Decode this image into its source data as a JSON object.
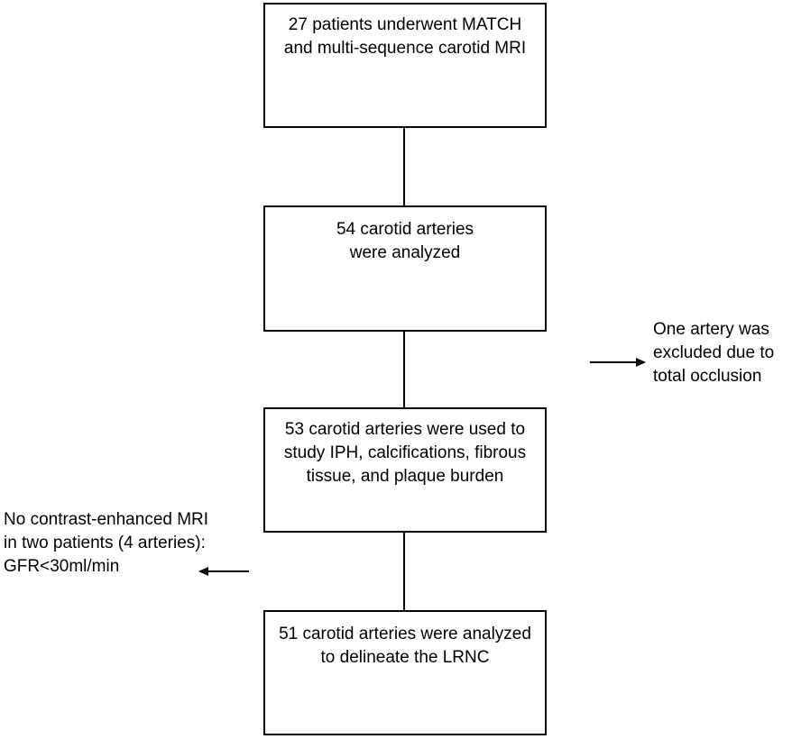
{
  "flowchart": {
    "boxes": [
      {
        "text": "27 patients underwent MATCH and multi-sequence carotid MRI"
      },
      {
        "text": "54 carotid arteries were analyzed"
      },
      {
        "text": "53 carotid arteries were used to study IPH, calcifications, fibrous tissue, and plaque burden"
      },
      {
        "text": "51 carotid arteries were analyzed to delineate the LRNC"
      }
    ],
    "exclusions": [
      {
        "text": "One artery was excluded due to total occlusion",
        "direction": "right"
      },
      {
        "text": "No contrast-enhanced MRI in two patients (4 arteries): GFR<30ml/min",
        "direction": "left"
      }
    ]
  }
}
